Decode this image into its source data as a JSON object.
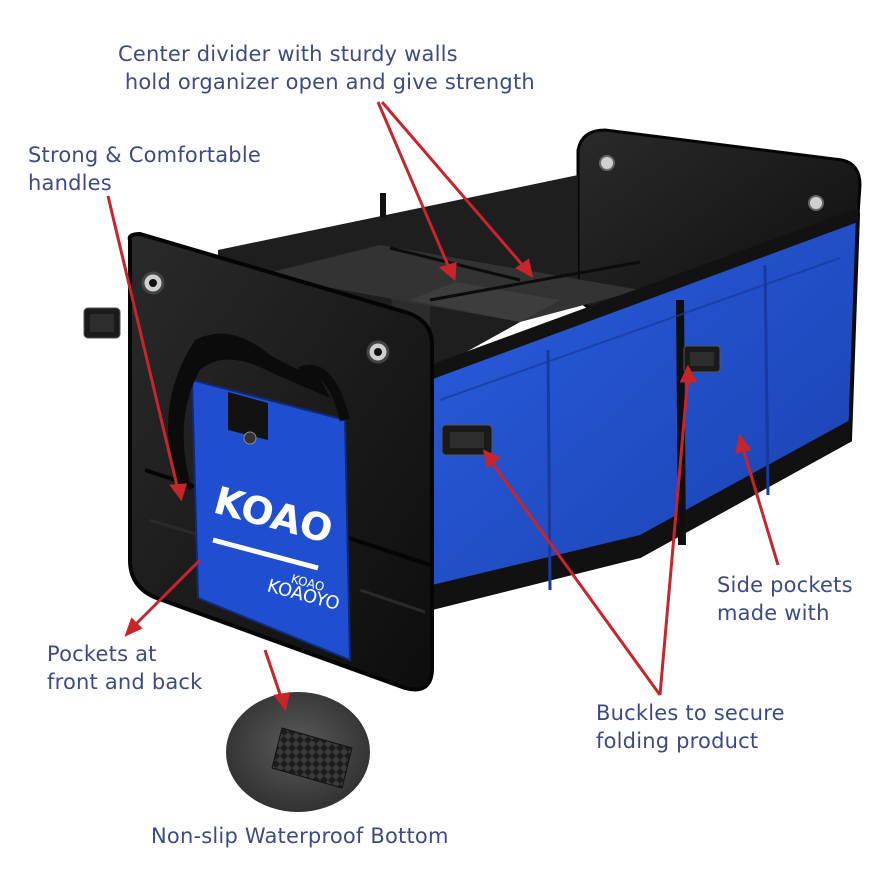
{
  "callouts": {
    "center_divider": "Center divider with sturdy walls\n hold organizer open and give strength",
    "handles": "Strong & Comfortable\nhandles",
    "side_pockets": "Side pockets\nmade with",
    "pockets_front_back": "Pockets at\nfront and back",
    "buckles": "Buckles to secure\nfolding product",
    "bottom": "Non-slip Waterproof Bottom"
  },
  "product_branding": {
    "logo_big": "KOAO",
    "logo_small": "KOAO",
    "brand": "KOAOYO"
  },
  "colors": {
    "text": "#3c4a86",
    "arrow": "#c8242b",
    "fabric_blue": "#1f4fd0",
    "frame_black": "#141414"
  }
}
